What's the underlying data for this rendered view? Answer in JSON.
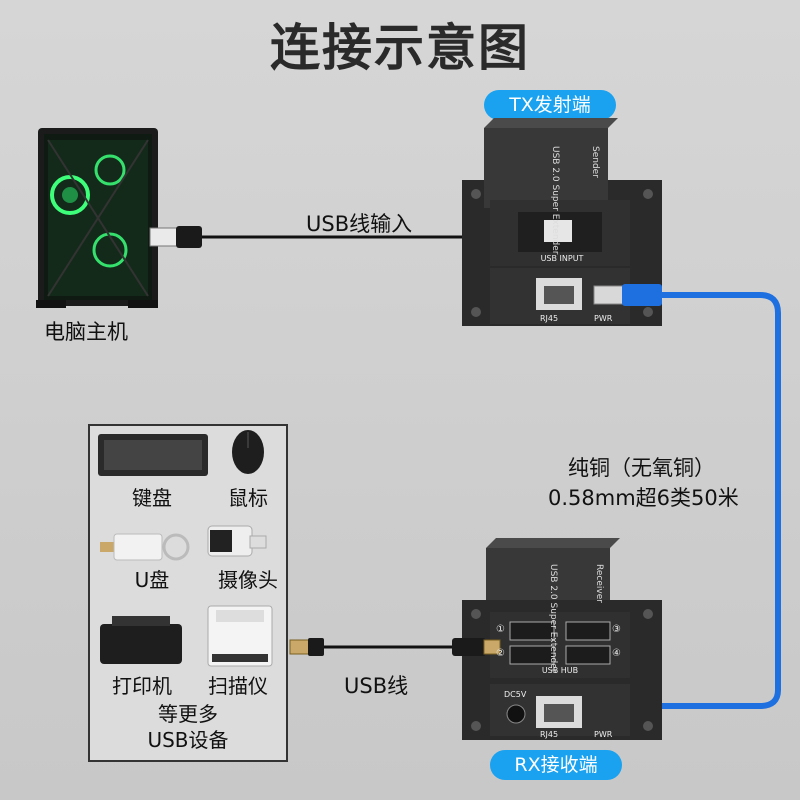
{
  "title": "连接示意图",
  "tx_label": "TX发射端",
  "rx_label": "RX接收端",
  "computer_label": "电脑主机",
  "usb_input_label": "USB线输入",
  "usb_cable_label": "USB线",
  "cable_spec_line1": "纯铜（无氧铜）",
  "cable_spec_line2": "0.58mm超6类50米",
  "tx_device": {
    "brand_text": "USB 2.0 Super Extender",
    "side_text": "Sender",
    "usb_port_label": "USB INPUT",
    "rj45_label": "RJ45",
    "pwr_label": "PWR"
  },
  "rx_device": {
    "brand_text": "USB 2.0 Super Extender",
    "side_text": "Receiver",
    "hub_label": "USB HUB",
    "port_numbers": [
      "①",
      "②",
      "③",
      "④"
    ],
    "dc_label": "DC5V",
    "rj45_label": "RJ45",
    "pwr_label": "PWR"
  },
  "peripherals": [
    {
      "name": "键盘"
    },
    {
      "name": "鼠标"
    },
    {
      "name": "U盘"
    },
    {
      "name": "摄像头"
    },
    {
      "name": "打印机"
    },
    {
      "name": "扫描仪"
    }
  ],
  "more_line1": "等更多",
  "more_line2": "USB设备",
  "colors": {
    "pill": "#1aa2f0",
    "cable_blue": "#1e6fe0",
    "device_body": "#2b2b2b"
  }
}
